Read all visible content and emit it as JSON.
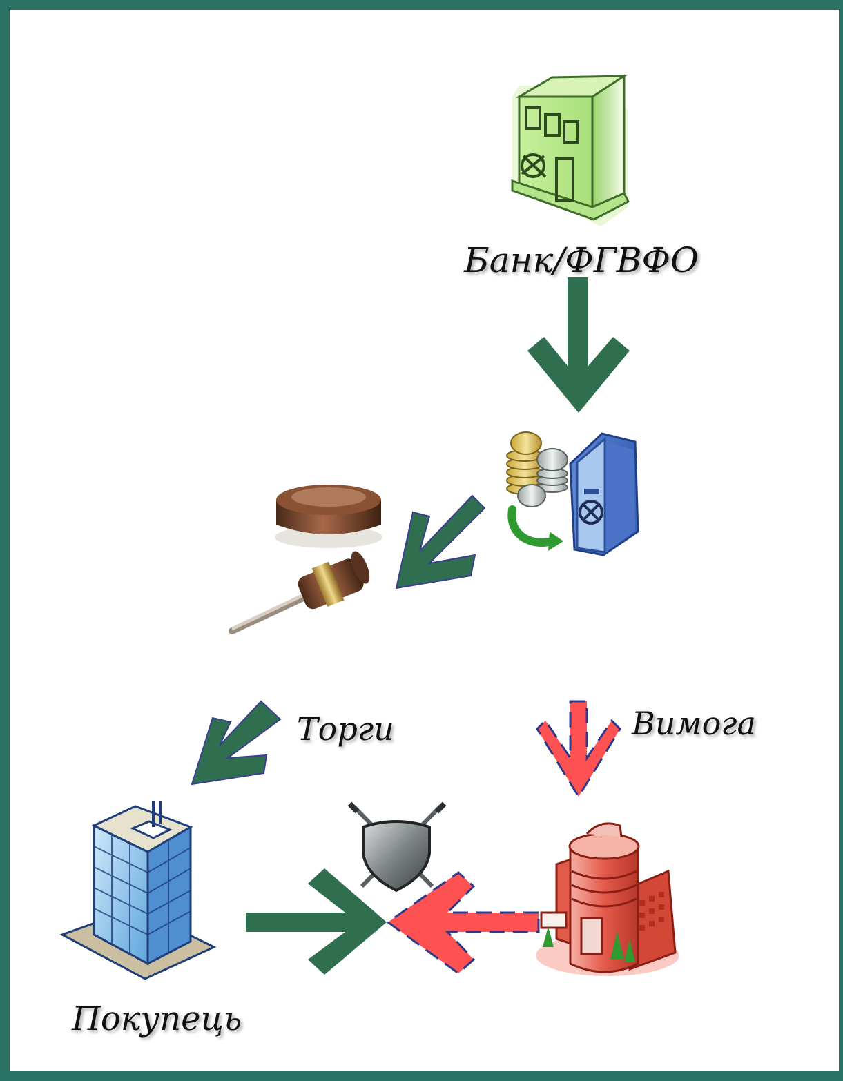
{
  "labels": {
    "bank": "Банк/ФГВФО",
    "auction": "Торги",
    "claim": "Вимога",
    "buyer": "Покупець"
  },
  "colors": {
    "frame": "#2a7264",
    "flow_arrow": "#2f6e4f",
    "claim_arrow": "#ff5252",
    "claim_arrow_outline": "#2d3a8c"
  },
  "icons": [
    "bank-building-icon",
    "coins-safe-icon",
    "gavel-icon",
    "office-tower-icon",
    "shield-swords-icon",
    "debtor-building-icon"
  ]
}
